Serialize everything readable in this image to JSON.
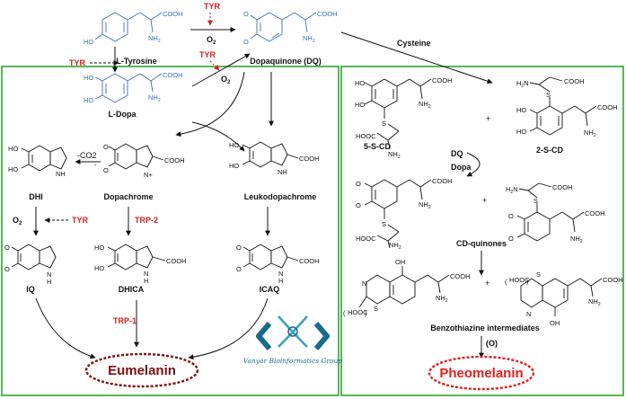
{
  "compounds": {
    "tyrosine": "L-Tyrosine",
    "dq": "Dopaquinone (DQ)",
    "ldopa": "L-Dopa",
    "dopachrome": "Dopachrome",
    "leuko": "Leukodopachrome",
    "dhi": "DHI",
    "iq": "IQ",
    "dhica": "DHICA",
    "icaq": "ICAQ",
    "scd5": "5-S-CD",
    "scd2": "2-S-CD",
    "cdq": "CD-quinones",
    "btz": "Benzothiazine intermediates"
  },
  "enzymes": {
    "tyr": "TYR",
    "trp2": "TRP-2",
    "trp1": "TRP-1"
  },
  "reagents": {
    "o2": "O",
    "o2sub": "2",
    "cysteine": "Cysteine",
    "co2": "-CO2",
    "dq": "DQ",
    "dopa": "Dopa",
    "plus": "+",
    "oxid": "(O)"
  },
  "atoms": {
    "cooh": "COOH",
    "nh2": "NH",
    "nh2sub": "2",
    "ho": "HO",
    "oh": "OH",
    "o": "O",
    "n": "N",
    "h": "H",
    "nplus": "N+",
    "s": "S",
    "hooc": "HOOC",
    "minus": "-"
  },
  "products": {
    "eumelanin": "Eumelanin",
    "pheomelanin": "Pheomelanin"
  },
  "logo": {
    "text": "Vanyar Bioinformatics Group"
  },
  "colors": {
    "frame": "#2fa52f",
    "enzyme": "#d42020",
    "tyrosine_blue": "#3a6fc6",
    "eumelanin": "#7a1010",
    "pheomelanin": "#e02020",
    "logo": "#1a6a8c"
  }
}
